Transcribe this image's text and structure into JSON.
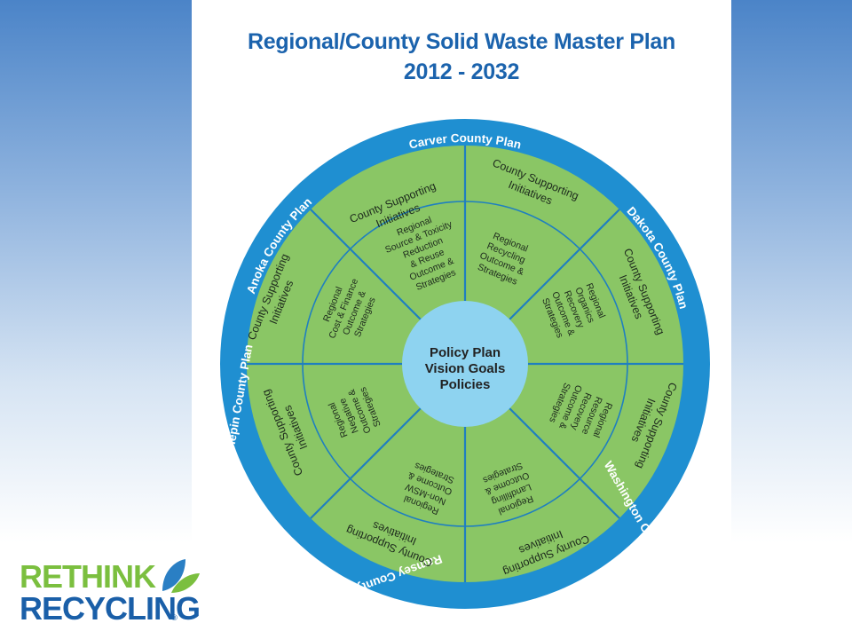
{
  "title": {
    "line1": "Regional/County Solid Waste Master Plan",
    "line2": "2012 - 2032"
  },
  "center": {
    "line1": "Policy Plan",
    "line2": "Vision Goals",
    "line3": "Policies"
  },
  "county_plans": {
    "carver": "Carver County Plan",
    "dakota": "Dakota County Plan",
    "washington": "Washington County Plan",
    "ramsey": "Ramsey County Plan",
    "hennepin": "Hennepin County Plan",
    "anoka": "Anoka County Plan"
  },
  "supporting": {
    "line1": "County Supporting",
    "line2": "Initiatives"
  },
  "regional": {
    "source": [
      "Regional",
      "Source & Toxicity",
      "Reduction",
      "& Reuse",
      "Outcome &",
      "Strategies"
    ],
    "recycling": [
      "Regional",
      "Recycling",
      "Outcome &",
      "Strategies"
    ],
    "organics": [
      "Regional",
      "Organics",
      "Recovery",
      "Outcome &",
      "Strategies"
    ],
    "resource": [
      "Regional",
      "Resource",
      "Recovery",
      "Outcome &",
      "Strategies"
    ],
    "landfilling": [
      "Regional",
      "Landfilling",
      "Outcome &",
      "Strategies"
    ],
    "nonmsw": [
      "Regional",
      "Non-MSW",
      "Outcome &",
      "Strategies"
    ],
    "negative": [
      "Regional",
      "Negative",
      "Outcome &",
      "Strategies"
    ],
    "cost": [
      "Regional",
      "Cost & Finance",
      "Outcome &",
      "Strategies"
    ]
  },
  "colors": {
    "ring": "#1f8fd1",
    "green": "#8ac665",
    "divider": "#1f7fc0",
    "center": "#8ed3f0",
    "title": "#1b63ad"
  },
  "brand": {
    "line1": "RETHINK",
    "line2": "RECYCLING",
    "reg": "®"
  }
}
